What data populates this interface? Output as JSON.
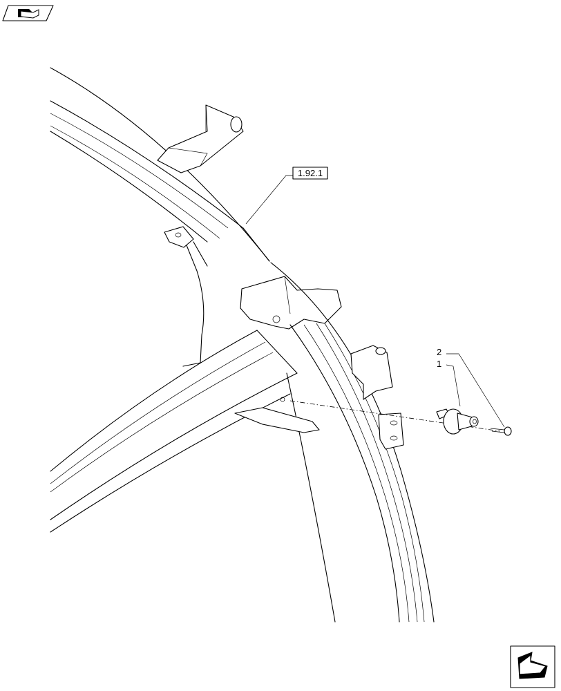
{
  "reference_label": "1.92.1",
  "callouts": [
    {
      "id": "1"
    },
    {
      "id": "2"
    }
  ],
  "icons": {
    "top_left": "book-with-arrow-icon",
    "bottom_right": "next-page-arrow-icon"
  }
}
